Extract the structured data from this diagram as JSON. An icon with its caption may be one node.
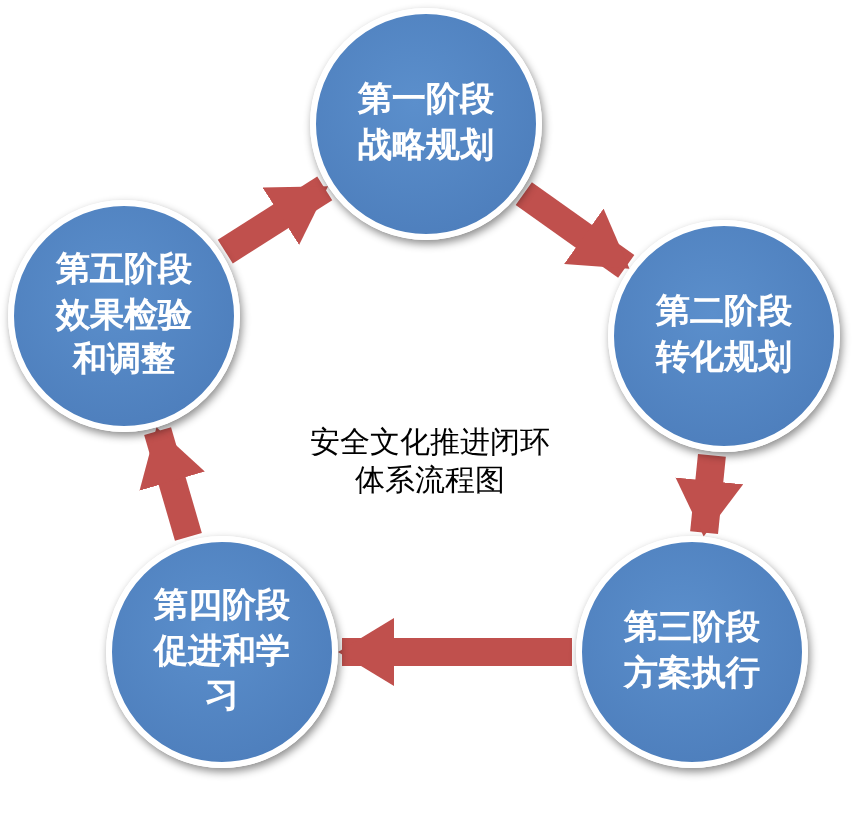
{
  "diagram": {
    "nodes": [
      {
        "text": [
          "第一阶段",
          "战略规划"
        ]
      },
      {
        "text": [
          "第二阶段",
          "转化规划"
        ]
      },
      {
        "text": [
          "第三阶段",
          "方案执行"
        ]
      },
      {
        "text": [
          "第四阶段",
          "促进和学习"
        ]
      },
      {
        "text": [
          "第五阶段",
          "效果检验和调整"
        ]
      }
    ],
    "edges": [
      {
        "from": 0,
        "to": 1,
        "arrow": "to"
      },
      {
        "from": 1,
        "to": 2,
        "arrow": "to"
      },
      {
        "from": 2,
        "to": 3,
        "arrow": "to"
      },
      {
        "from": 3,
        "to": 4,
        "arrow": "to"
      },
      {
        "from": 4,
        "to": 0,
        "arrow": "to"
      }
    ],
    "labels": [
      "安全文化推进闭环体系流程图"
    ]
  }
}
